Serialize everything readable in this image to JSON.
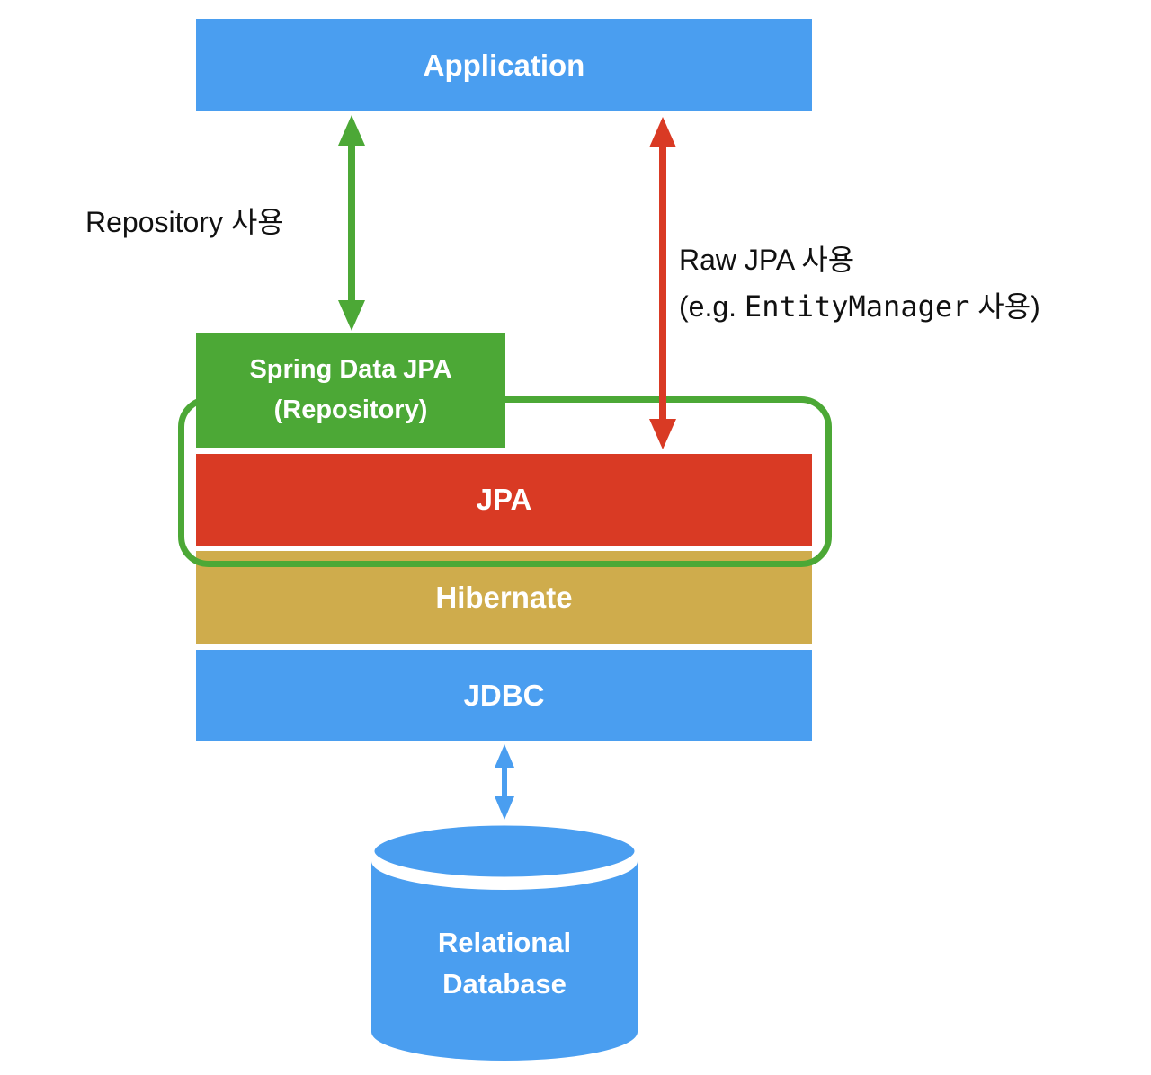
{
  "colors": {
    "blue": "#4A9EF0",
    "green": "#4CA836",
    "red": "#D93A24",
    "gold": "#CFAC4C",
    "text": "#111111",
    "white": "#FFFFFF"
  },
  "layers": {
    "application": "Application",
    "spring_data_jpa_line1": "Spring Data JPA",
    "spring_data_jpa_line2": "(Repository)",
    "jpa": "JPA",
    "hibernate": "Hibernate",
    "jdbc": "JDBC",
    "database_line1": "Relational",
    "database_line2": "Database"
  },
  "annotations": {
    "repository_usage": "Repository 사용",
    "raw_jpa_line1": "Raw JPA 사용",
    "raw_jpa_line2_prefix": "(e.g. ",
    "raw_jpa_line2_code": "EntityManager",
    "raw_jpa_line2_suffix": " 사용)"
  }
}
